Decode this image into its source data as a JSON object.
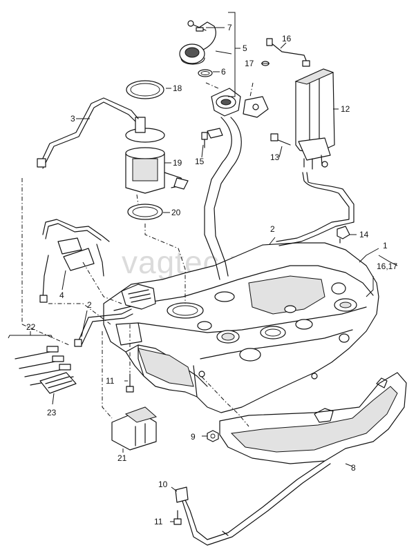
{
  "watermark": "vagtec.ru",
  "callouts": {
    "c1": "1",
    "c1_sub": "16,17",
    "c2a": "2",
    "c2b": "2",
    "c3": "3",
    "c4": "4",
    "c5": "5",
    "c6": "6",
    "c7": "7",
    "c8": "8",
    "c9": "9",
    "c10": "10",
    "c11a": "11",
    "c11b": "11",
    "c12": "12",
    "c13": "13",
    "c14": "14",
    "c15": "15",
    "c16": "16",
    "c17": "17",
    "c18": "18",
    "c19": "19",
    "c20": "20",
    "c21": "21",
    "c22": "22",
    "c23": "23"
  }
}
